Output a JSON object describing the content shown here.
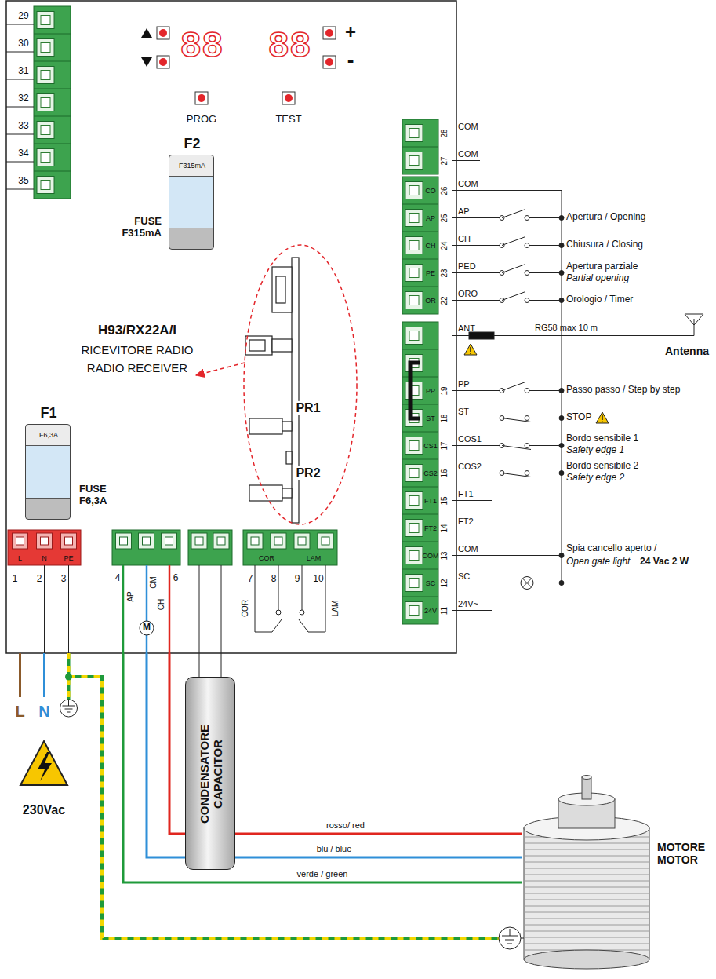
{
  "diagram": {
    "nodes": [
      {
        "text": [
          "F2",
          "F315mA",
          "FUSE F315mA"
        ]
      },
      {
        "text": [
          "F1",
          "F6,3A",
          "FUSE F6,3A"
        ]
      },
      {
        "text": [
          "AP",
          "CM",
          "CH"
        ]
      },
      {
        "text": [
          "CONDENSATORE CAPACITOR"
        ]
      },
      {
        "text": [
          "MOTORE MOTOR"
        ]
      }
    ],
    "edges": [
      {
        "from": 2,
        "to": 4,
        "arrow": "none",
        "label": "rosso/ red"
      },
      {
        "from": 2,
        "to": 4,
        "arrow": "none",
        "label": "blu / blue"
      },
      {
        "from": 2,
        "to": 4,
        "arrow": "none",
        "label": "verde / green"
      }
    ],
    "labels": [
      "29",
      "30",
      "31",
      "32",
      "33",
      "34",
      "35",
      "88",
      "88",
      "+",
      "-",
      "PROG",
      "TEST",
      "H93/RX22A/I",
      "RICEVITORE RADIO",
      "RADIO RECEIVER",
      "PR1",
      "PR2",
      "COM",
      "28",
      "COM",
      "27",
      "CO",
      "AP",
      "CH",
      "PE",
      "OR",
      "26",
      "25",
      "24",
      "23",
      "22",
      "COM",
      "AP",
      "CH",
      "PED",
      "ORO",
      "Apertura / Opening",
      "Chiusura / Closing",
      "Apertura parziale",
      "Partial opening",
      "Orologio / Timer",
      "ANT",
      "RG58 max 10 m",
      "Antenna",
      "PP",
      "ST",
      "CS1",
      "CS2",
      "FT1",
      "FT2",
      "COM",
      "SC",
      "24V",
      "19",
      "18",
      "17",
      "16",
      "15",
      "14",
      "13",
      "12",
      "11",
      "PP",
      "ST",
      "COS1",
      "COS2",
      "FT1",
      "FT2",
      "COM",
      "SC",
      "24V~",
      "Passo passo / Step by step",
      "STOP",
      "Bordo sensibile 1",
      "Safety edge 1",
      "Bordo sensibile 2",
      "Safety edge 2",
      "Spia cancello aperto /",
      "Open gate light",
      "24 Vac 2 W",
      "L",
      "N",
      "PE",
      "1",
      "2",
      "3",
      "4",
      "6",
      "M",
      "COR",
      "LAM",
      "7",
      "8",
      "9",
      "10",
      "COR",
      "LAM",
      "L",
      "N",
      "230Vac"
    ]
  }
}
